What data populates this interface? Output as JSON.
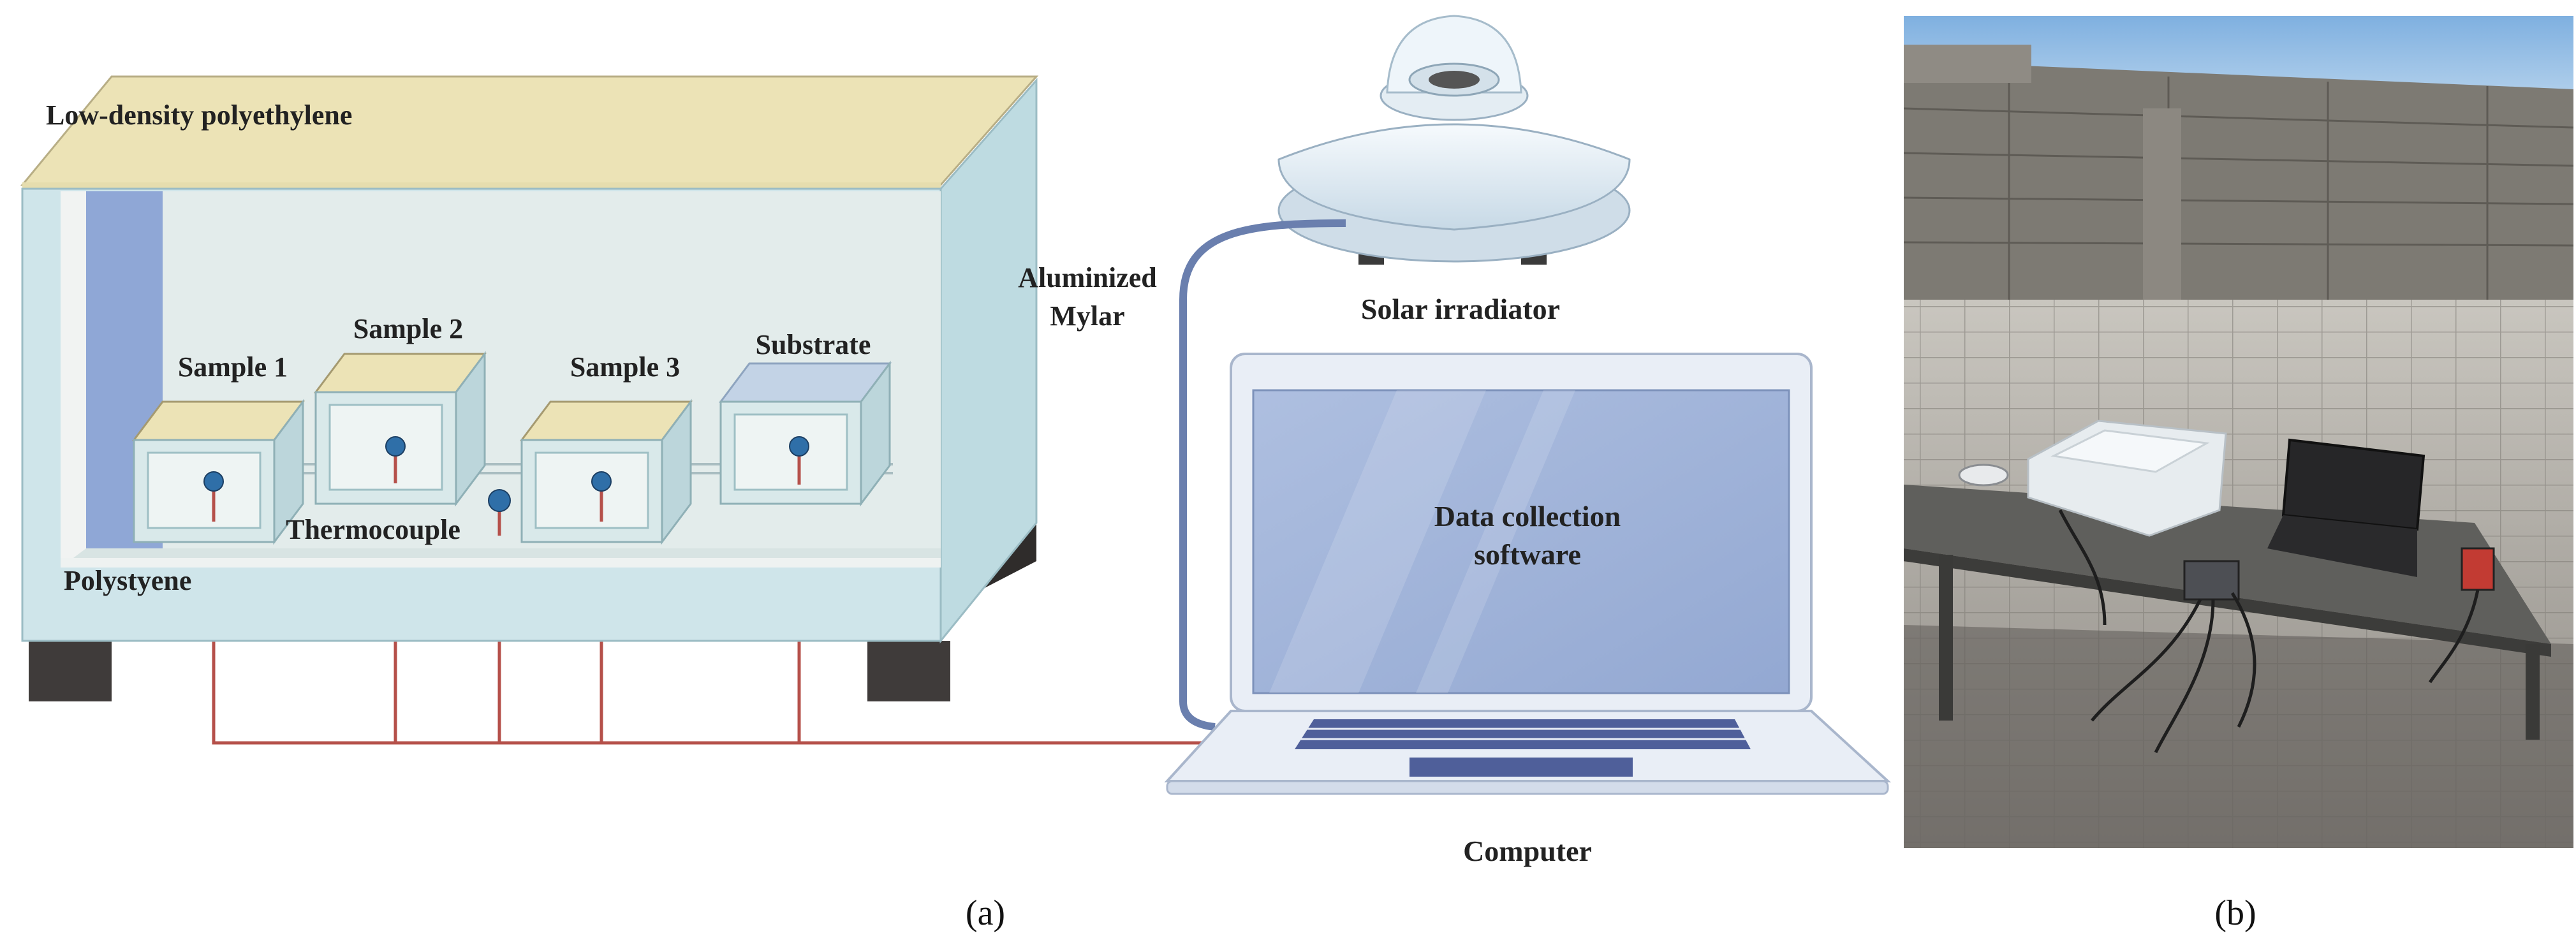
{
  "panel_a": {
    "labels": {
      "top": "Low-density polyethylene",
      "mylar_1": "Aluminized",
      "mylar_2": "Mylar",
      "sample1": "Sample 1",
      "sample2": "Sample 2",
      "sample3": "Sample 3",
      "substrate": "Substrate",
      "thermocouple": "Thermocouple",
      "polystyrene": "Polystyene",
      "irradiator": "Solar irradiator",
      "screen_1": "Data collection",
      "screen_2": "software",
      "computer": "Computer"
    },
    "caption": "(a)"
  },
  "panel_b": {
    "caption": "(b)"
  },
  "colors": {
    "box_top": "#ece3b6",
    "box_face": "#cfe5ea",
    "inner": "#e3eceb",
    "foam_dark": "#8fa7d6",
    "wire": "#b5504a",
    "screen": "#9fb3d8",
    "laptop_body": "#e9eef6",
    "sky": "#9fc6ea"
  }
}
